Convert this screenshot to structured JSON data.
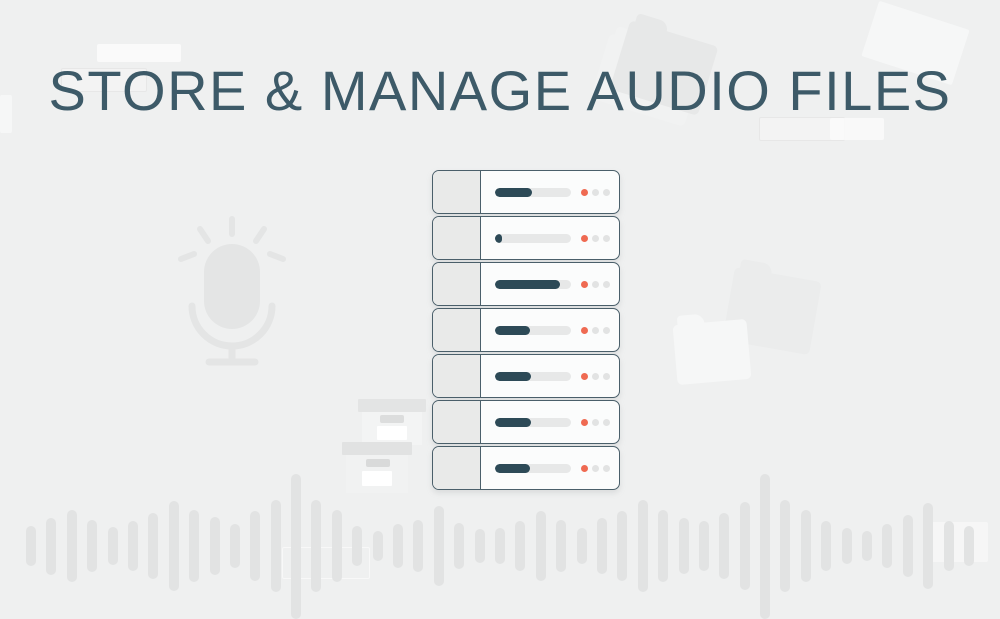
{
  "title": {
    "text": "STORE & MANAGE AUDIO FILES"
  },
  "colors": {
    "background": "#eff0f0",
    "title_text": "#3d5a68",
    "server_border": "#4a5f6a",
    "server_body": "#fbfcfc",
    "server_bay": "#e9eae9",
    "progress_track": "#e7e8e8",
    "progress_fill": "#2d4a57",
    "led_orange": "#ef6a52",
    "led_gray": "#e2e3e3",
    "waveform_bar": "#e2e3e3",
    "shape_gray": "#e4e5e5"
  },
  "server_rack": {
    "units": [
      {
        "progress_percent": 49,
        "leds": [
          "orange",
          "gray",
          "gray"
        ]
      },
      {
        "progress_percent": 9,
        "leds": [
          "orange",
          "gray",
          "gray"
        ]
      },
      {
        "progress_percent": 86,
        "leds": [
          "orange",
          "gray",
          "gray"
        ]
      },
      {
        "progress_percent": 46,
        "leds": [
          "orange",
          "gray",
          "gray"
        ]
      },
      {
        "progress_percent": 48,
        "leds": [
          "orange",
          "gray",
          "gray"
        ]
      },
      {
        "progress_percent": 48,
        "leds": [
          "orange",
          "gray",
          "gray"
        ]
      },
      {
        "progress_percent": 46,
        "leds": [
          "orange",
          "gray",
          "gray"
        ]
      }
    ]
  },
  "waveform": {
    "bar_heights": [
      40,
      57,
      72,
      52,
      38,
      50,
      66,
      90,
      72,
      58,
      44,
      70,
      92,
      145,
      92,
      72,
      40,
      30,
      44,
      52,
      80,
      46,
      34,
      36,
      50,
      70,
      52,
      36,
      56,
      70,
      92,
      72,
      56,
      50,
      66,
      88,
      145,
      92,
      72,
      50,
      36,
      30,
      44,
      62,
      86,
      50,
      40
    ],
    "tall_indices": [
      13,
      36
    ]
  },
  "decorations": {
    "icons": [
      "microphone-icon",
      "folder-icon",
      "storage-box-icon",
      "waveform-icon"
    ]
  }
}
